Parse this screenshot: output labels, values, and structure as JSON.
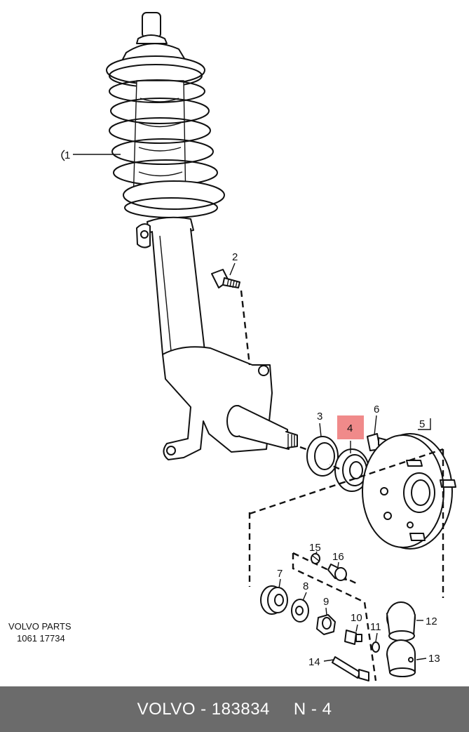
{
  "callouts": [
    {
      "id": "1",
      "label": "1"
    },
    {
      "id": "2",
      "label": "2"
    },
    {
      "id": "3",
      "label": "3"
    },
    {
      "id": "4",
      "label": "4",
      "highlighted": true
    },
    {
      "id": "5",
      "label": "5"
    },
    {
      "id": "6",
      "label": "6"
    },
    {
      "id": "7",
      "label": "7"
    },
    {
      "id": "8",
      "label": "8"
    },
    {
      "id": "9",
      "label": "9"
    },
    {
      "id": "10",
      "label": "10"
    },
    {
      "id": "11",
      "label": "11"
    },
    {
      "id": "12",
      "label": "12"
    },
    {
      "id": "13",
      "label": "13"
    },
    {
      "id": "14",
      "label": "14"
    },
    {
      "id": "15",
      "label": "15"
    },
    {
      "id": "16",
      "label": "16"
    }
  ],
  "caption": {
    "line1": "VOLVO PARTS",
    "line2": "1061  17734"
  },
  "footer": {
    "part_text": "VOLVO - 183834",
    "ref_text": "N - 4"
  },
  "colors": {
    "highlight": "#f08a8a",
    "footer_bg": "#6b6b6b",
    "footer_text": "#ffffff"
  }
}
